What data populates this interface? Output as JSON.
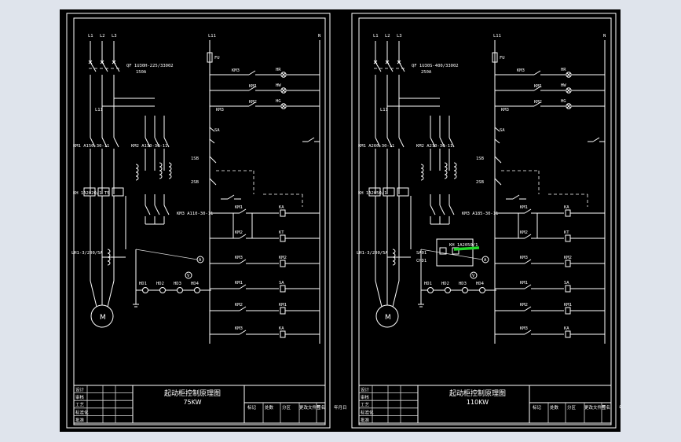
{
  "colors": {
    "background": "#dfe4ec",
    "viewport": "#000000",
    "lines": "#ffffff",
    "highlight": "#22d82a"
  },
  "sheets": [
    {
      "title": "起动柜控制原理图",
      "subtitle": "75KW",
      "phases": [
        "L1",
        "L2",
        "L3"
      ],
      "control_line": "L11",
      "neutral": "N",
      "fuse": "FU",
      "breaker_model": "QF 1U30H-225/33002",
      "breaker_current": "150A",
      "ct_label": "LH1-3/200/5A",
      "contactor_main": "KM1 A150-30-11",
      "contactor_star": "KM2 A110-30-11",
      "contactor_delta": "KM3 A110-30-11",
      "relay": "KH 1A2020/1 T5",
      "lamps": [
        "HR",
        "HW",
        "HG"
      ],
      "motor": "M",
      "labels": [
        "KM3",
        "KM1",
        "KM2",
        "SA",
        "1SB",
        "2SB",
        "KA",
        "KT",
        "A",
        "V",
        "HD1",
        "HD2",
        "HD3",
        "HD4"
      ]
    },
    {
      "title": "起动柜控制原理图",
      "subtitle": "110KW",
      "phases": [
        "L1",
        "L2",
        "L3"
      ],
      "control_line": "L11",
      "neutral": "N",
      "fuse": "FU",
      "breaker_model": "QF 1U30S-400/33002",
      "breaker_current": "250A",
      "ct_label": "LH1-3/200/5A",
      "contactor_main": "KM1 A260-30-11",
      "contactor_star": "KM2 A210-30-11",
      "contactor_delta": "KM3 A185-30-11",
      "relay": "KH 1A2050/1",
      "lamps": [
        "HR",
        "HW",
        "HG"
      ],
      "motor": "M",
      "labels": [
        "KM3",
        "KM1",
        "KM2",
        "SA",
        "1SB",
        "2SB",
        "KA",
        "KT",
        "A",
        "V",
        "HD1",
        "HD2",
        "HD3",
        "HD4",
        "SA01",
        "CHD1"
      ]
    }
  ],
  "title_block": {
    "rows": [
      "设计",
      "审核",
      "工艺",
      "标准化",
      "批准"
    ],
    "cols": [
      "标记",
      "处数",
      "分区",
      "更改文件号",
      "签名",
      "年月日"
    ]
  }
}
